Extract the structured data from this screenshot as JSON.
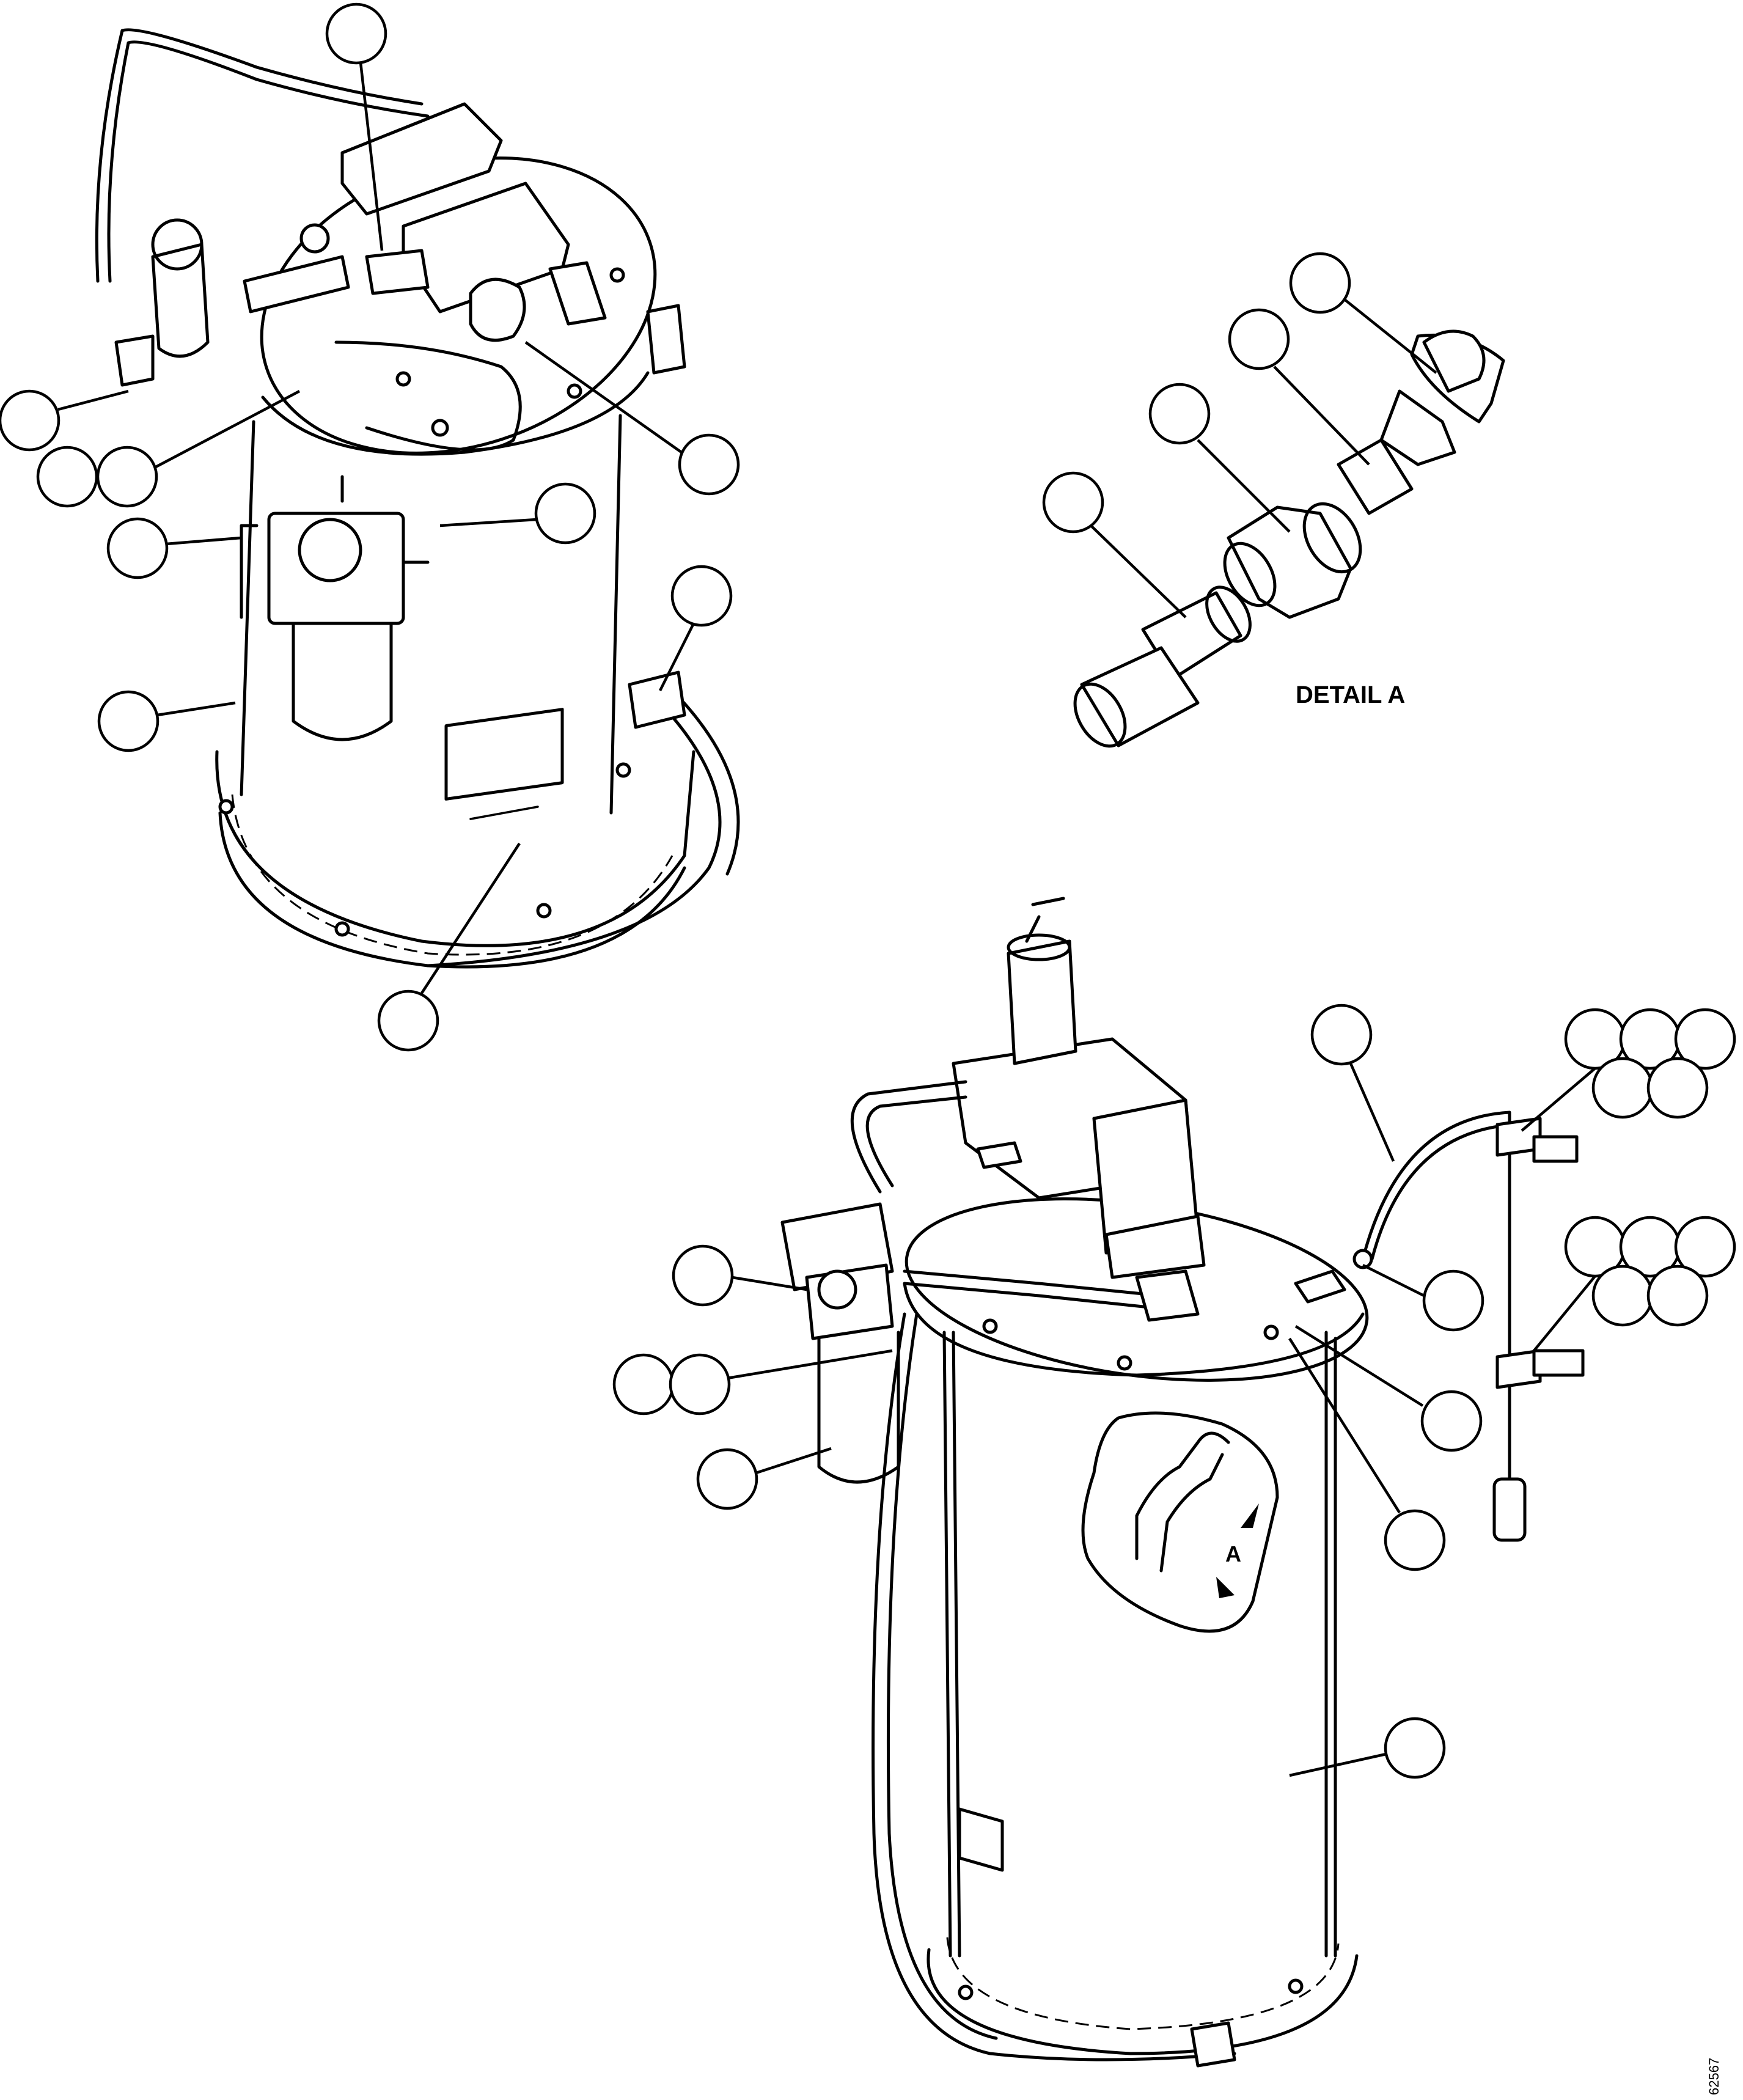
{
  "labels": {
    "detail_title": "DETAIL A",
    "view_indicator": "A",
    "figure_number": "62567"
  }
}
